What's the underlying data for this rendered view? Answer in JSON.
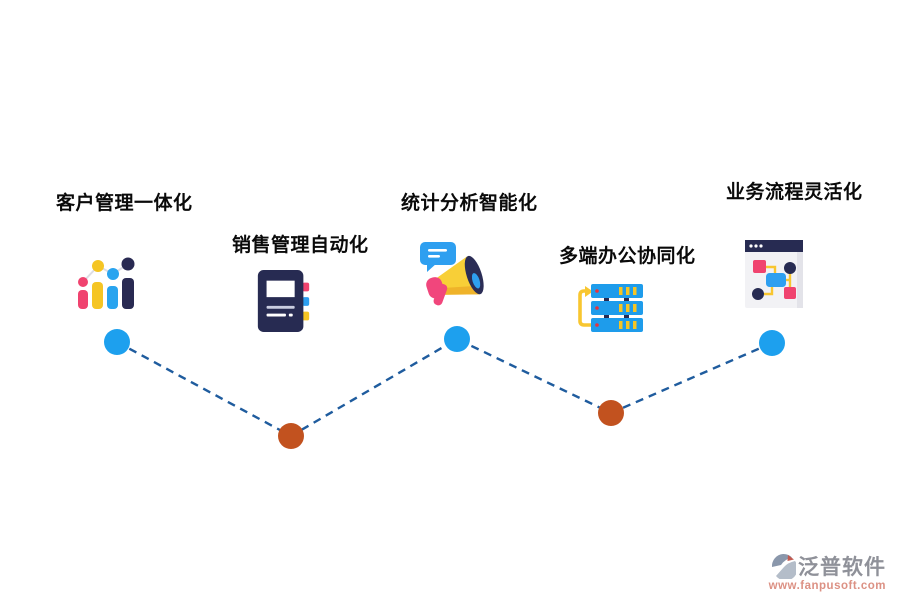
{
  "features": [
    {
      "label": "客户管理一体化",
      "icon": "bar-chart-icon"
    },
    {
      "label": "销售管理自动化",
      "icon": "notebook-icon"
    },
    {
      "label": "统计分析智能化",
      "icon": "megaphone-icon"
    },
    {
      "label": "多端办公协同化",
      "icon": "server-stack-icon"
    },
    {
      "label": "业务流程灵活化",
      "icon": "flowchart-window-icon"
    }
  ],
  "connector": {
    "style": "dashed-zigzag",
    "line_color": "#1f5c9e",
    "node_colors": [
      "#1da0ee",
      "#c2521f",
      "#1da0ee",
      "#c2521f",
      "#1da0ee"
    ]
  },
  "palette": {
    "pink": "#f0436f",
    "yellow": "#f5c524",
    "blue": "#29a4ef",
    "navy": "#272b52",
    "bright_blue": "#1e9ceb",
    "rust_orange": "#c2521f"
  },
  "watermark": {
    "brand": "泛普软件",
    "url": "www.fanpusoft.com",
    "brand_color": "#8f9199",
    "url_color": "#dc9184"
  }
}
